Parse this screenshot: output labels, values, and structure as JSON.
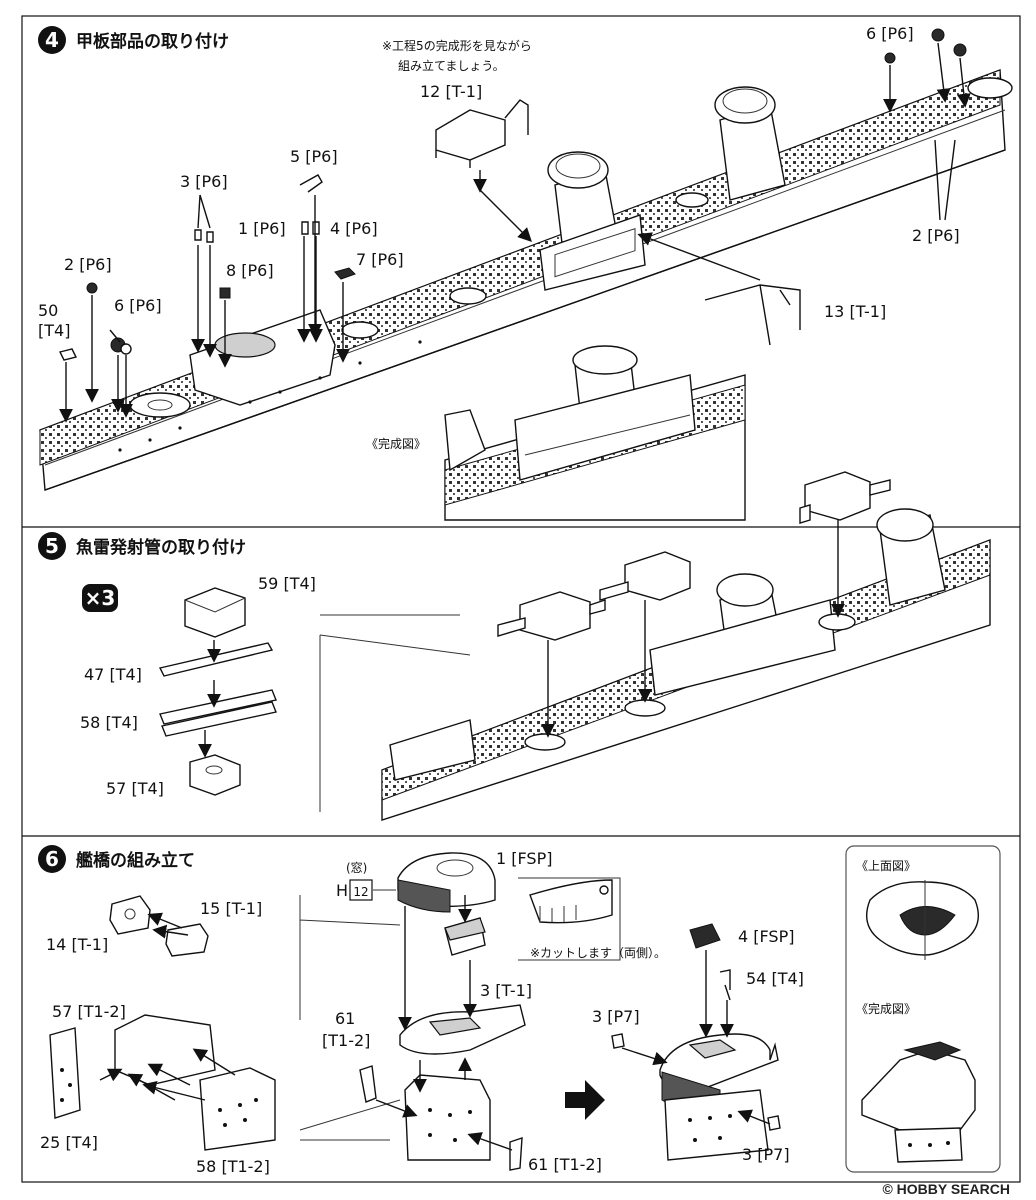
{
  "steps": [
    {
      "number": "4",
      "title": "甲板部品の取り付け",
      "note_lines": [
        "※工程5の完成形を見ながら",
        "組み立てましょう。"
      ],
      "completed_caption": "《完成図》",
      "labels": {
        "p12": "12 [T-1]",
        "p5": "5 [P6]",
        "p3": "3 [P6]",
        "p1": "1 [P6]",
        "p4": "4 [P6]",
        "p7": "7 [P6]",
        "p8": "8 [P6]",
        "p2a": "2 [P6]",
        "p6a": "6 [P6]",
        "p50a": "50",
        "p50b": "[T4]",
        "p6b": "6 [P6]",
        "p2b": "2 [P6]",
        "p13": "13 [T-1]"
      }
    },
    {
      "number": "5",
      "title": "魚雷発射管の取り付け",
      "multiplier": "×3",
      "labels": {
        "p59": "59 [T4]",
        "p47": "47 [T4]",
        "p58": "58 [T4]",
        "p57": "57 [T4]"
      }
    },
    {
      "number": "6",
      "title": "艦橋の組み立て",
      "window_note": "(窓)",
      "h_prefix": "H",
      "h_number": "12",
      "cut_note": "※カットします（両側）。",
      "top_view_caption": "《上面図》",
      "completed_caption": "《完成図》",
      "labels": {
        "p1fsp": "1 [FSP]",
        "p15": "15 [T-1]",
        "p14": "14 [T-1]",
        "p3t1": "3 [T-1]",
        "p57t12": "57 [T1-2]",
        "p61a": "61",
        "p61b": "[T1-2]",
        "p25": "25 [T4]",
        "p58t12": "58 [T1-2]",
        "p61c": "61 [T1-2]",
        "p4fsp": "4 [FSP]",
        "p54": "54 [T4]",
        "p3p7a": "3 [P7]",
        "p3p7b": "3 [P7]"
      }
    }
  ],
  "watermark": "© HOBBY SEARCH"
}
